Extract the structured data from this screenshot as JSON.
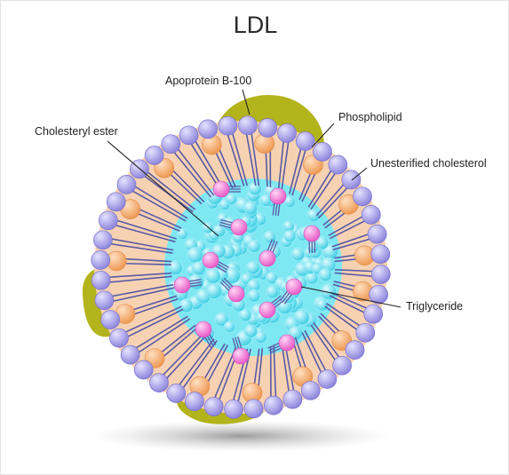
{
  "title": "LDL",
  "labels": {
    "apoprotein": "Apoprotein B-100",
    "cholesteryl_ester": "Cholesteryl ester",
    "phospholipid": "Phospholipid",
    "unesterified_cholesterol": "Unesterified cholesterol",
    "triglyceride": "Triglyceride"
  },
  "colors": {
    "apoprotein": "#b3b31c",
    "phospholipid_head": "#a49ee8",
    "phospholipid_tail": "#5a5aa6",
    "cholesterol": "#f2a66a",
    "shell": "#f7d2b2",
    "core": "#7ee8f2",
    "core_sphere": "#4fd8ea",
    "cholesteryl_ester": "#f27ad8",
    "leader_line": "#222222",
    "shadow": "#9a9a9a"
  }
}
